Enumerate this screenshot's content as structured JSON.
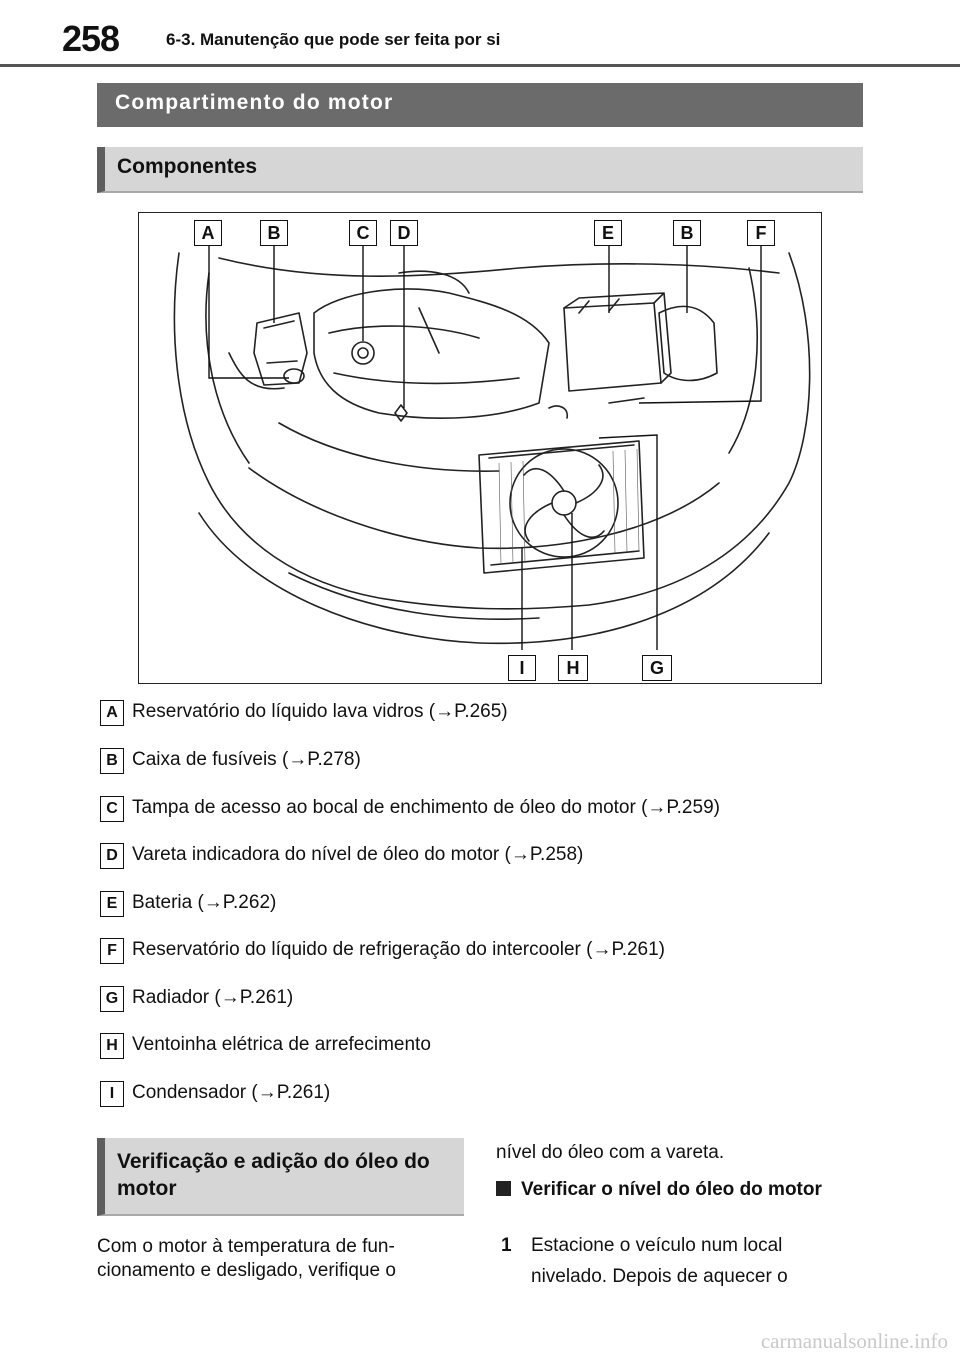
{
  "header": {
    "page_number": "258",
    "running_head": "6-3. Manutenção que pode ser feita por si"
  },
  "section_title": "Compartimento do motor",
  "subsection_components": "Componentes",
  "figure": {
    "callouts_top": [
      "A",
      "B",
      "C",
      "D",
      "E",
      "B",
      "F"
    ],
    "callouts_bottom": [
      "I",
      "H",
      "G"
    ]
  },
  "legend": [
    {
      "letter": "A",
      "text": "Reservatório do líquido lava vidros (→P.265)"
    },
    {
      "letter": "B",
      "text": "Caixa de fusíveis (→P.278)"
    },
    {
      "letter": "C",
      "text": "Tampa de acesso ao bocal de enchimento de óleo do motor (→P.259)"
    },
    {
      "letter": "D",
      "text": "Vareta indicadora do nível de óleo do motor (→P.258)"
    },
    {
      "letter": "E",
      "text": "Bateria (→P.262)"
    },
    {
      "letter": "F",
      "text": "Reservatório do líquido de refrigeração do intercooler (→P.261)"
    },
    {
      "letter": "G",
      "text": "Radiador (→P.261)"
    },
    {
      "letter": "H",
      "text": "Ventoinha elétrica de arrefecimento"
    },
    {
      "letter": "I",
      "text": "Condensador (→P.261)"
    }
  ],
  "subsection_oil": "Verificação e adição do óleo do motor",
  "body_left": "Com o motor à temperatura de fun- cionamento e desligado, verifique o",
  "body_right_top": "nível do óleo com a vareta.",
  "bullet_heading": "Verificar o nível do óleo do motor",
  "step": {
    "number": "1",
    "text": "Estacione o veículo num local nivelado. Depois de aquecer o"
  },
  "watermark": "carmanualsonline.info"
}
